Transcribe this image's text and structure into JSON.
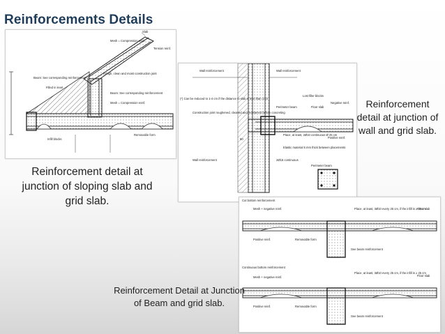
{
  "title": "Reinforcements Details",
  "captions": {
    "sloping": "Reinforcement detail at junction of sloping slab and grid slab.",
    "wall": "Reinforcement detail at junction of wall and grid slab.",
    "beam": "Reinforcement Detail at Junction of Beam and grid slab."
  },
  "panel_sloping": {
    "labels": {
      "slab": "Slab",
      "mesh": "Mesh = Compression reinf.",
      "tension": "Tension reinf.",
      "beam": "Beam: See corresponding reinforcement",
      "filled": "Filled in level",
      "rough": "Rough, clean and moist construction joint",
      "beam2": "Beam: See corresponding reinforcement",
      "mesh2": "Mesh = Compression reinf.",
      "removable": "Removable form",
      "infill": "Infill blocks"
    }
  },
  "panel_wall": {
    "labels": {
      "wall_reinf_tl": "Wall reinforcement",
      "wall_reinf_tr": "Wall reinforcement",
      "cut_note": "(*) Can be reduced to 1-4 cm if the distance to slab is less than 1/10",
      "construction": "Construction joint roughened, cleaned and moistened before concreting",
      "lost_filler": "Lost filler blocks",
      "perimeter": "Perimeter beam",
      "floor_slab": "Floor slab",
      "negative": "Negative reinf.",
      "positive": "Positive reinf.",
      "place": "Place, at least, 2Ø10 continuous Ø 25 cm",
      "elastic": "Elastic material 5 mm thick between placements",
      "wall_reinf_b": "Wall reinforcement",
      "continuous": "2Ø16 continuous",
      "perimeter2": "Perimeter beam",
      "dim": "50"
    }
  },
  "panel_beam": {
    "labels": {
      "cut_bottom": "Cut bottom reinforcement",
      "mesh": "Mesh + negative reinf.",
      "place": "Place, at least, 3Ø10 every 25 cm, if the infill is ≥ 25 cm",
      "floor_slab": "Floor slab",
      "positive": "Positive reinf.",
      "removable": "Removable form",
      "see_beam": "See beam reinforcement",
      "continuous": "Continuous bottom reinforcement",
      "mesh2": "Mesh + negative reinf.",
      "place2": "Place, at least, 3Ø10 every 25 cm, if the infill is ≥ 25 cm",
      "floor_slab2": "Floor slab",
      "positive2": "Positive reinf.",
      "removable2": "Removable form",
      "see_beam2": "See beam reinforcement"
    }
  }
}
